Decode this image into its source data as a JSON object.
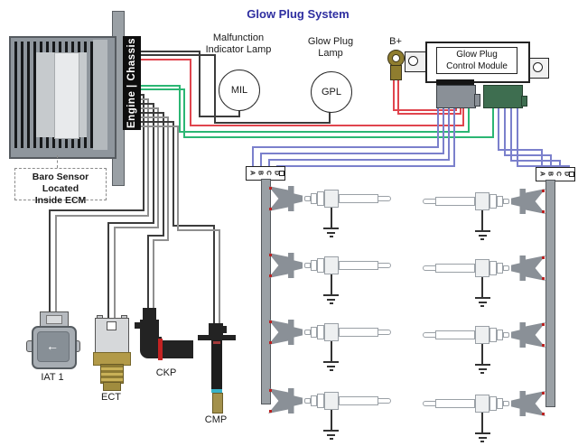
{
  "title": "Glow Plug System",
  "ecm": {
    "bus_bar_label": "Engine | Chassis",
    "baro_note_line1": "Baro Sensor Located",
    "baro_note_line2": "Inside ECM"
  },
  "lamps": {
    "mil": {
      "label_line1": "Malfunction",
      "label_line2": "Indicator Lamp",
      "abbr": "MIL"
    },
    "gpl": {
      "label_line1": "Glow Plug",
      "label_line2": "Lamp",
      "abbr": "GPL"
    }
  },
  "power": {
    "battery_label": "B+"
  },
  "control_module": {
    "label_line1": "Glow Plug",
    "label_line2": "Control Module"
  },
  "bank_connectors": {
    "pins": [
      "A",
      "B",
      "C",
      "D"
    ]
  },
  "sensors": {
    "iat": "IAT 1",
    "ect": "ECT",
    "ckp": "CKP",
    "cmp": "CMP"
  },
  "icons": {
    "iat_flow_arrow": "←"
  },
  "colors": {
    "title_blue": "#2E2EA0",
    "wire_red": "#E0454E",
    "wire_green": "#2BB673",
    "wire_blue": "#7B80CC",
    "wire_black": "#3C3C3C",
    "connector_gray": "#8A9097",
    "connector_green": "#3E6E50",
    "brass": "#B29A48"
  }
}
